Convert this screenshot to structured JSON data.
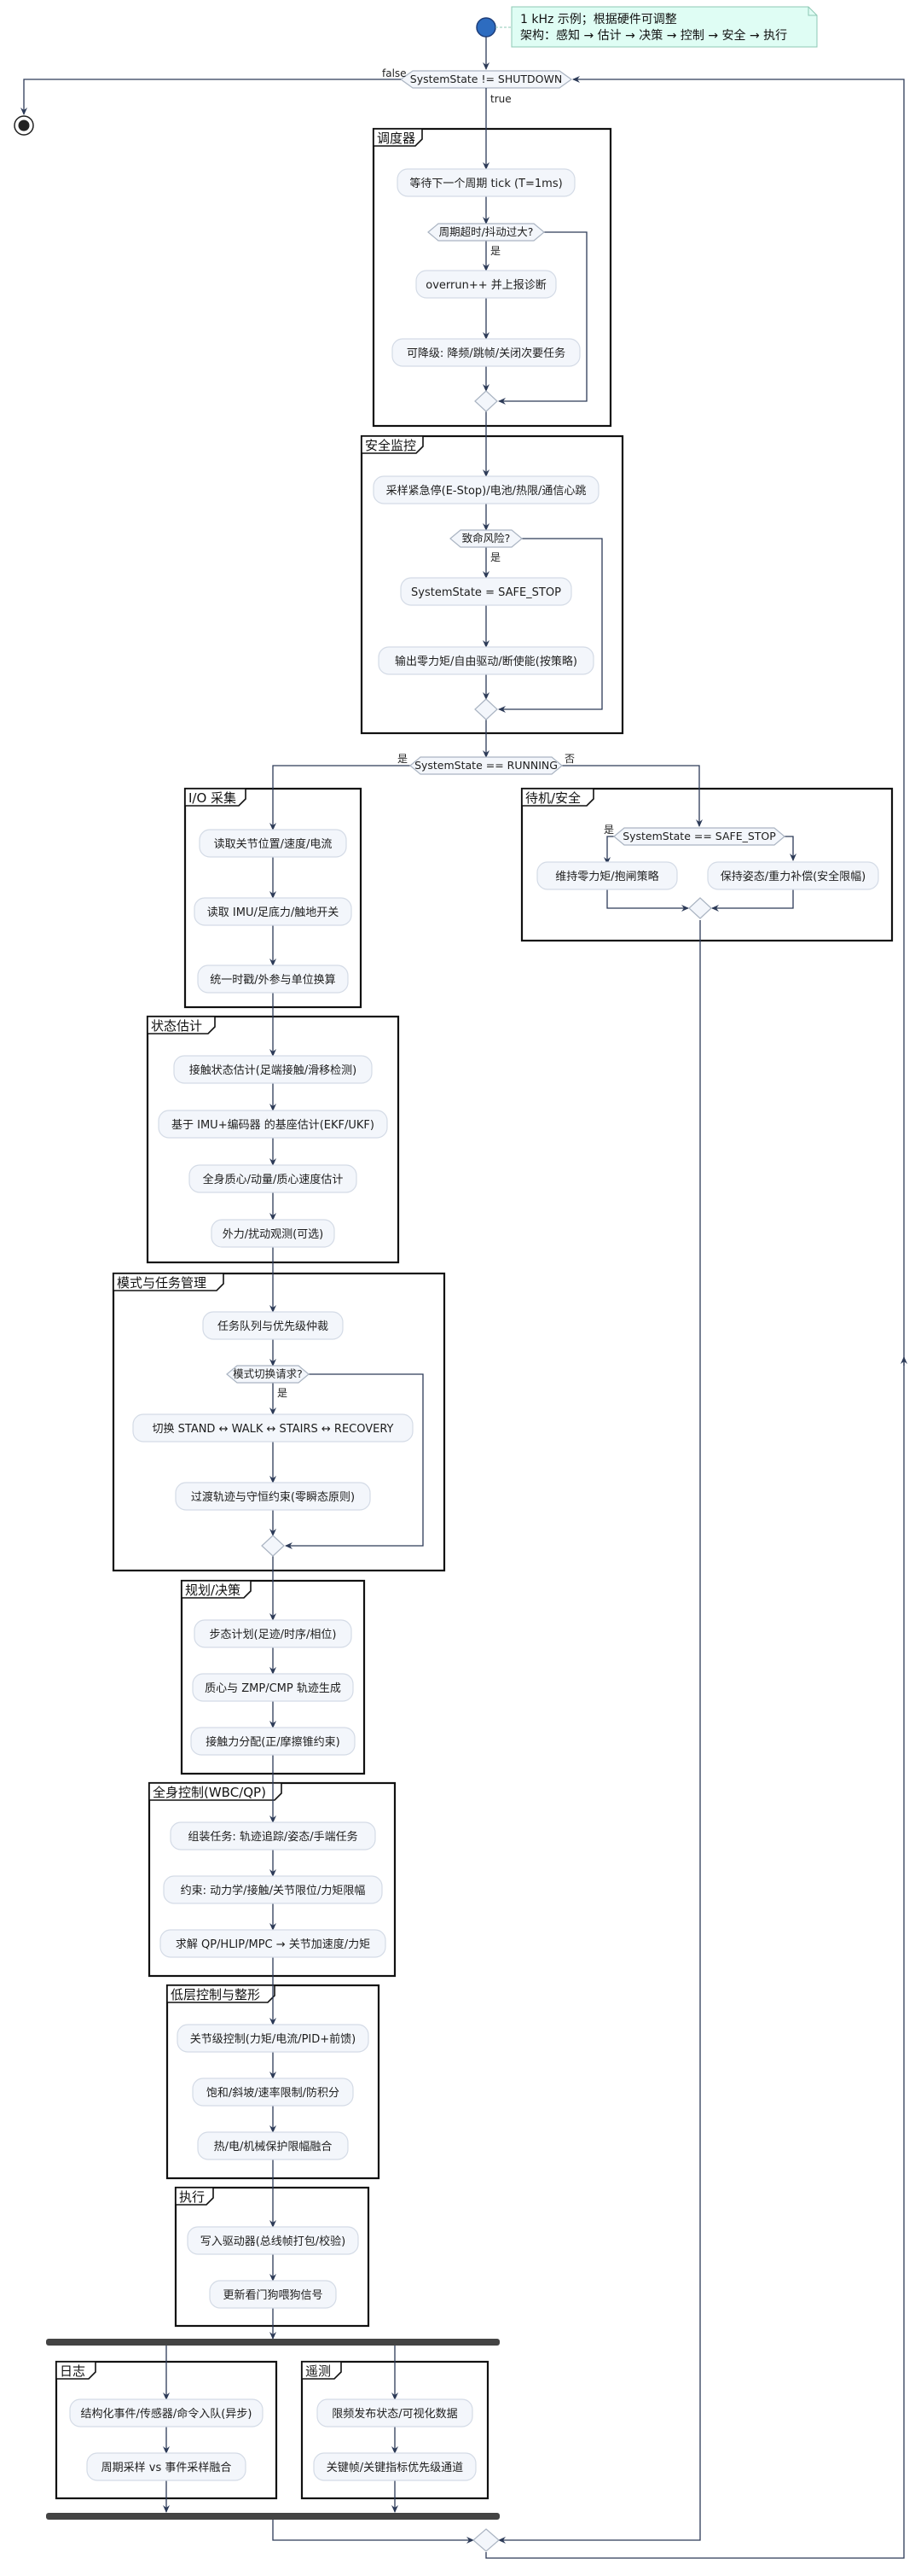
{
  "note": {
    "line1": "1 kHz 示例；根据硬件可调整",
    "line2": "架构：感知 → 估计 → 决策 → 控制 → 安全 → 执行"
  },
  "loop": {
    "condition": "SystemState != SHUTDOWN",
    "true_label": "true",
    "false_label": "false"
  },
  "scheduler": {
    "title": "调度器",
    "wait_tick": "等待下一个周期 tick (T=1ms)",
    "overrun_check": "周期超时/抖动过大?",
    "yes": "是",
    "overrun_report": "overrun++ 并上报诊断",
    "degrade": "可降级: 降频/跳帧/关闭次要任务"
  },
  "safety": {
    "title": "安全监控",
    "sample": "采样紧急停(E-Stop)/电池/热限/通信心跳",
    "fatal_check": "致命风险?",
    "yes": "是",
    "set_state": "SystemState = SAFE_STOP",
    "output": "输出零力矩/自由驱动/断使能(按策略)"
  },
  "running": {
    "condition": "SystemState == RUNNING",
    "yes": "是",
    "no": "否"
  },
  "standby": {
    "title": "待机/安全",
    "condition": "SystemState == SAFE_STOP",
    "yes": "是",
    "left_action": "维持零力矩/抱闸策略",
    "right_action": "保持姿态/重力补偿(安全限幅)"
  },
  "io": {
    "title": "I/O 采集",
    "read_joints": "读取关节位置/速度/电流",
    "read_imu": "读取 IMU/足底力/触地开关",
    "sync": "统一时戳/外参与单位换算"
  },
  "estimation": {
    "title": "状态估计",
    "contact": "接触状态估计(足端接触/滑移检测)",
    "base": "基于 IMU+编码器 的基座估计(EKF/UKF)",
    "com": "全身质心/动量/质心速度估计",
    "disturb": "外力/扰动观测(可选)"
  },
  "mode": {
    "title": "模式与任务管理",
    "queue": "任务队列与优先级仲裁",
    "switch_check": "模式切换请求?",
    "yes": "是",
    "switch": "切换 STAND ↔ WALK ↔ STAIRS ↔ RECOVERY",
    "transition": "过渡轨迹与守恒约束(零瞬态原则)"
  },
  "planning": {
    "title": "规划/决策",
    "gait": "步态计划(足迹/时序/相位)",
    "com_traj": "质心与 ZMP/CMP 轨迹生成",
    "force": "接触力分配(正/摩擦锥约束)"
  },
  "wbc": {
    "title": "全身控制(WBC/QP)",
    "tasks": "组装任务: 轨迹追踪/姿态/手端任务",
    "constraints": "约束: 动力学/接触/关节限位/力矩限幅",
    "solve": "求解 QP/HLIP/MPC → 关节加速度/力矩"
  },
  "lowlevel": {
    "title": "低层控制与整形",
    "joint": "关节级控制(力矩/电流/PID+前馈)",
    "saturation": "饱和/斜坡/速率限制/防积分",
    "protection": "热/电/机械保护限幅融合"
  },
  "exec": {
    "title": "执行",
    "write": "写入驱动器(总线帧打包/校验)",
    "watchdog": "更新看门狗喂狗信号"
  },
  "log": {
    "title": "日志",
    "enqueue": "结构化事件/传感器/命令入队(异步)",
    "merge": "周期采样 vs 事件采样融合"
  },
  "telemetry": {
    "title": "遥测",
    "publish": "限频发布状态/可视化数据",
    "priority": "关键帧/关键指标优先级通道"
  }
}
